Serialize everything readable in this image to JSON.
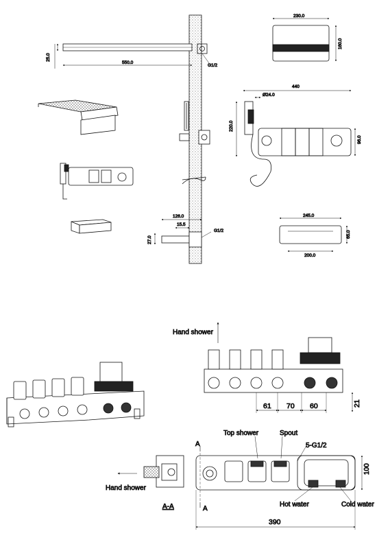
{
  "top_section": {
    "head_arm": {
      "height": "25.0",
      "length": "550.0",
      "thread": "G1/2"
    },
    "head_top": {
      "width": "230.0",
      "height": "160.0"
    },
    "valve_front": {
      "width": "440",
      "handle_dia": "Ø24.0",
      "height": "220.0",
      "panel_height": "96.0"
    },
    "spout_side": {
      "length": "126.0",
      "offset": "15.5",
      "height": "27.0",
      "thread": "G1/2"
    },
    "spout_top": {
      "width": "245.0",
      "height": "65.0",
      "inner": "200.0"
    }
  },
  "bottom_section": {
    "hand_shower_top": "Hand shower",
    "spacing": [
      "61",
      "70",
      "60"
    ],
    "depth": "21",
    "section_label": "A-A",
    "section_mark": "A",
    "hand_shower_side": "Hand shower",
    "top_shower": "Top shower",
    "spout": "Spout",
    "thread": "5-G1/2",
    "height": "100",
    "hot_water": "Hot water",
    "cold_water": "Cold water",
    "width": "390"
  },
  "colors": {
    "line": "#111111",
    "stipple": "#9a9a9a",
    "panel": "#1a1a1a"
  }
}
